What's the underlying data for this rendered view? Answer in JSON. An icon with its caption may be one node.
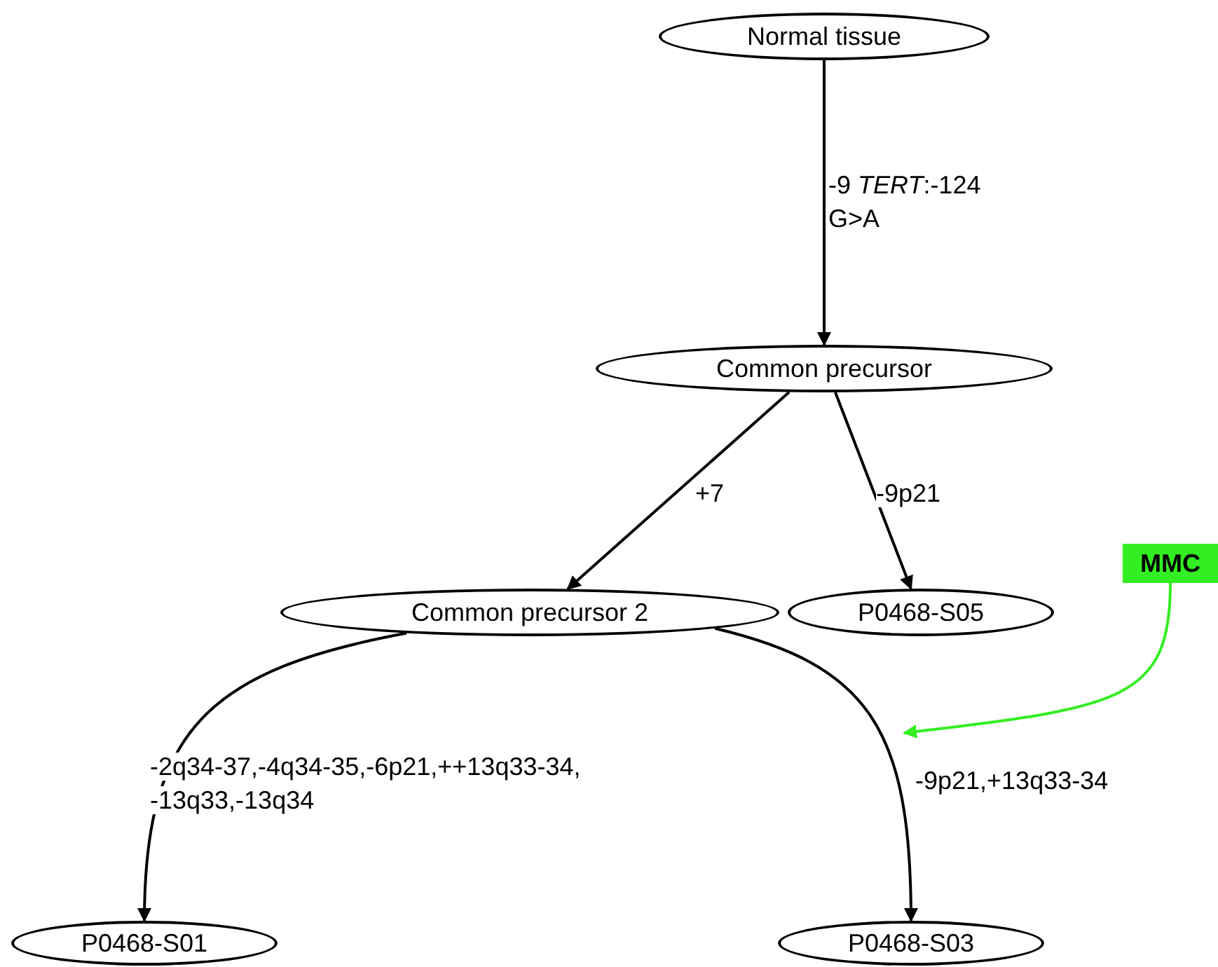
{
  "diagram": {
    "nodes": [
      {
        "text": [
          "Normal tissue"
        ]
      },
      {
        "text": [
          "Common precursor"
        ]
      },
      {
        "text": [
          "Common precursor 2"
        ]
      },
      {
        "text": [
          "P0468-S05"
        ]
      },
      {
        "text": [
          "MMC"
        ]
      },
      {
        "text": [
          "P0468-S01"
        ]
      },
      {
        "text": [
          "P0468-S03"
        ]
      }
    ],
    "edges": [
      {
        "from": 0,
        "to": 1,
        "arrow": "to",
        "label": "-9 *TERT*:-124 G>A"
      },
      {
        "from": 1,
        "to": 2,
        "arrow": "to",
        "label": "+7"
      },
      {
        "from": 1,
        "to": 3,
        "arrow": "to",
        "label": "-9p21"
      },
      {
        "from": 2,
        "to": 5,
        "arrow": "to",
        "label": "-2q34-37,-4q34-35,-6p21,++13q33-34, -13q33,-13q34"
      },
      {
        "from": 2,
        "to": 6,
        "arrow": "to",
        "label": "-9p21,+13q33-34"
      },
      {
        "from": 4,
        "to": null,
        "arrow": "to",
        "color": "#33ee22"
      }
    ]
  }
}
